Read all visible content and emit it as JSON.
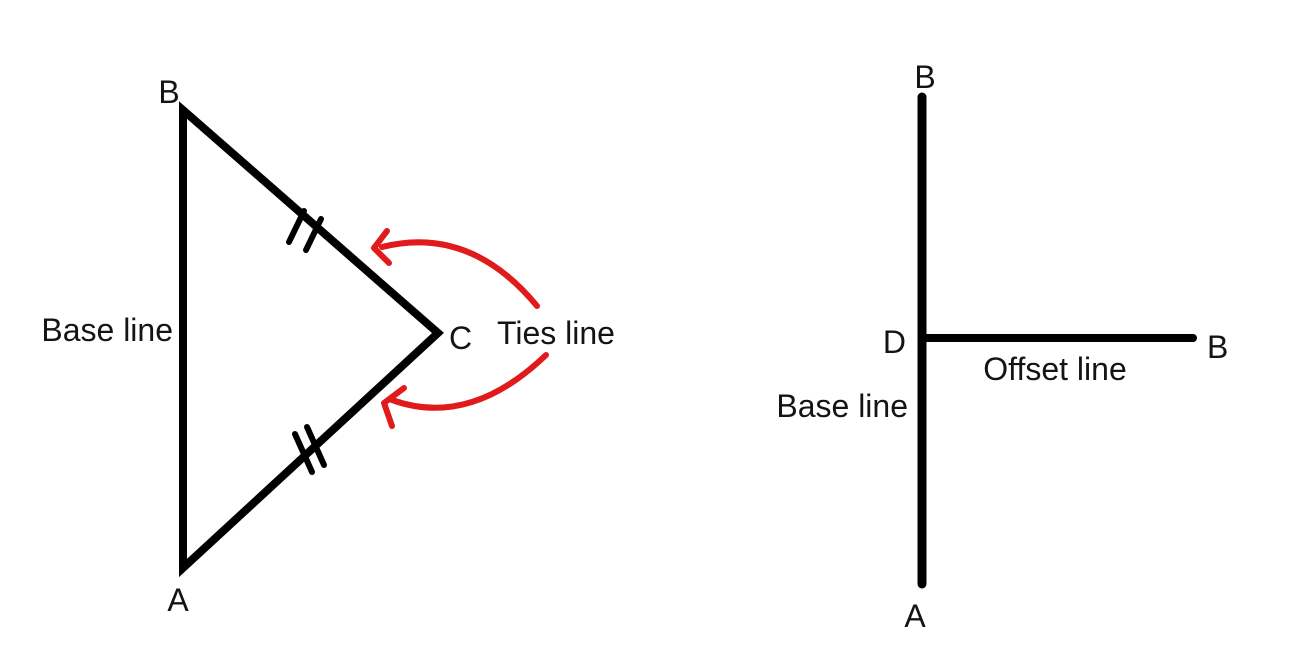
{
  "page": {
    "background": "#ffffff"
  },
  "colors": {
    "line": "#000000",
    "arrow": "#e11a1c",
    "text": "#141414"
  },
  "left_diagram": {
    "title": "ties-line-method",
    "labels": {
      "point_b": "B",
      "point_a": "A",
      "point_c": "C",
      "base_line": "Base line",
      "ties_line": "Ties line"
    }
  },
  "right_diagram": {
    "title": "offset-line-method",
    "labels": {
      "point_b_top": "B",
      "point_a": "A",
      "point_d": "D",
      "point_b_right": "B",
      "base_line": "Base line",
      "offset_line": "Offset line"
    }
  }
}
